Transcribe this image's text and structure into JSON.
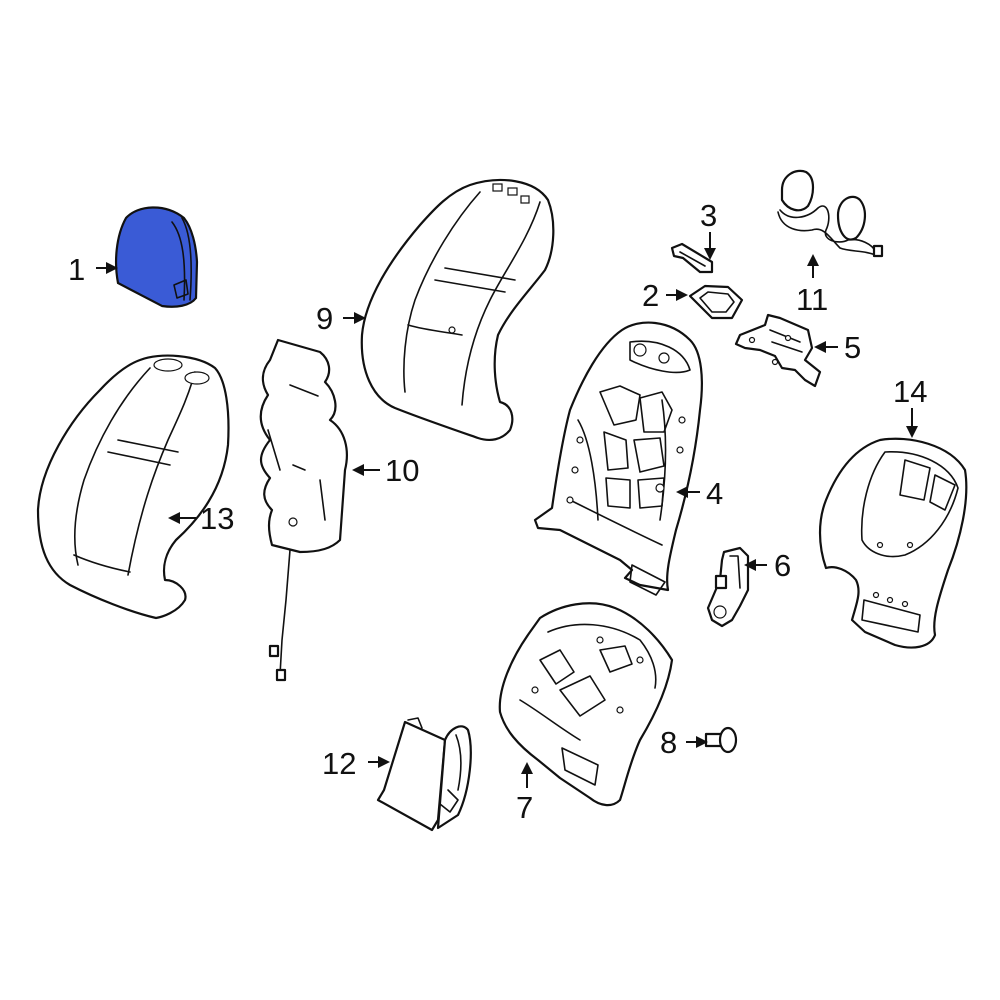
{
  "callouts": {
    "c1": "1",
    "c2": "2",
    "c3": "3",
    "c4": "4",
    "c5": "5",
    "c6": "6",
    "c7": "7",
    "c8": "8",
    "c9": "9",
    "c10": "10",
    "c11": "11",
    "c12": "12",
    "c13": "13",
    "c14": "14"
  },
  "colors": {
    "highlight": "#3a5bd6",
    "line": "#111111",
    "background": "#ffffff"
  }
}
